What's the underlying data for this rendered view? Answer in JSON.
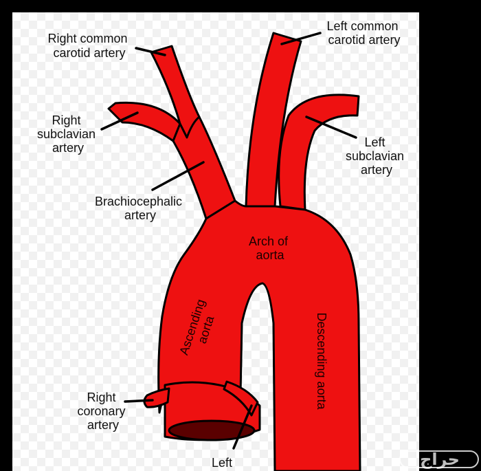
{
  "colors": {
    "vessel_fill": "#ee1111",
    "outline": "#000000",
    "label_text": "#111111",
    "page_background": "#000000",
    "panel_background": "#ffffff"
  },
  "labels": {
    "right_common_carotid": [
      "Right common",
      "carotid artery"
    ],
    "left_common_carotid": [
      "Left common",
      "carotid artery"
    ],
    "right_subclavian": [
      "Right",
      "subclavian",
      "artery"
    ],
    "left_subclavian": [
      "Left",
      "subclavian",
      "artery"
    ],
    "brachiocephalic": [
      "Brachiocephalic",
      "artery"
    ],
    "arch_of_aorta": [
      "Arch of",
      "aorta"
    ],
    "ascending_aorta": [
      "Ascending",
      "aorta"
    ],
    "descending_aorta": "Descending aorta",
    "right_coronary": [
      "Right",
      "coronary",
      "artery"
    ],
    "left_coronary_partial": "Left"
  },
  "watermark": {
    "text": "حراج",
    "icon": "haraj-logo-watermark"
  }
}
